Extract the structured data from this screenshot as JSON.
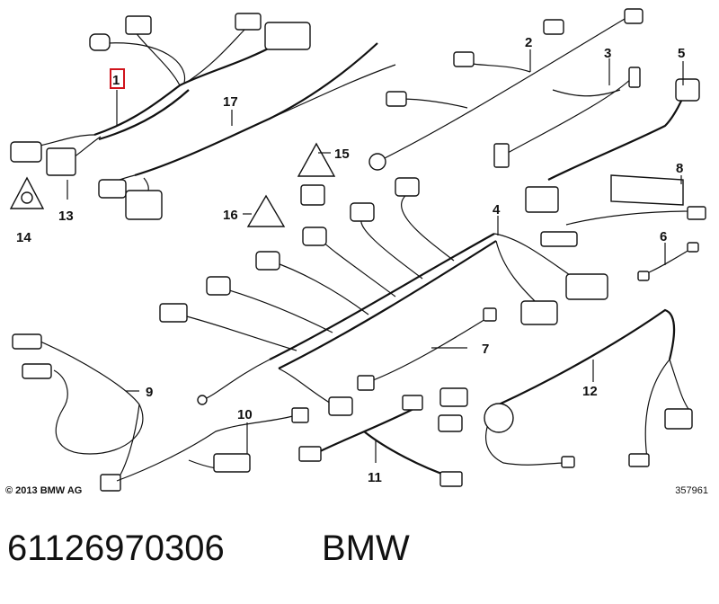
{
  "diagram": {
    "callouts": [
      {
        "id": "c1",
        "label": "1",
        "highlighted": true
      },
      {
        "id": "c2",
        "label": "2"
      },
      {
        "id": "c3",
        "label": "3"
      },
      {
        "id": "c4",
        "label": "4"
      },
      {
        "id": "c5",
        "label": "5"
      },
      {
        "id": "c6",
        "label": "6"
      },
      {
        "id": "c7",
        "label": "7"
      },
      {
        "id": "c8",
        "label": "8"
      },
      {
        "id": "c9",
        "label": "9"
      },
      {
        "id": "c10",
        "label": "10"
      },
      {
        "id": "c11",
        "label": "11"
      },
      {
        "id": "c12",
        "label": "12"
      },
      {
        "id": "c13",
        "label": "13"
      },
      {
        "id": "c14",
        "label": "14"
      },
      {
        "id": "c15",
        "label": "15"
      },
      {
        "id": "c16",
        "label": "16"
      },
      {
        "id": "c17",
        "label": "17"
      }
    ],
    "highlight_color": "#d0141c",
    "copyright": "© 2013 BMW AG",
    "diagram_number": "357961"
  },
  "footer": {
    "part_number": "61126970306",
    "brand": "BMW"
  }
}
